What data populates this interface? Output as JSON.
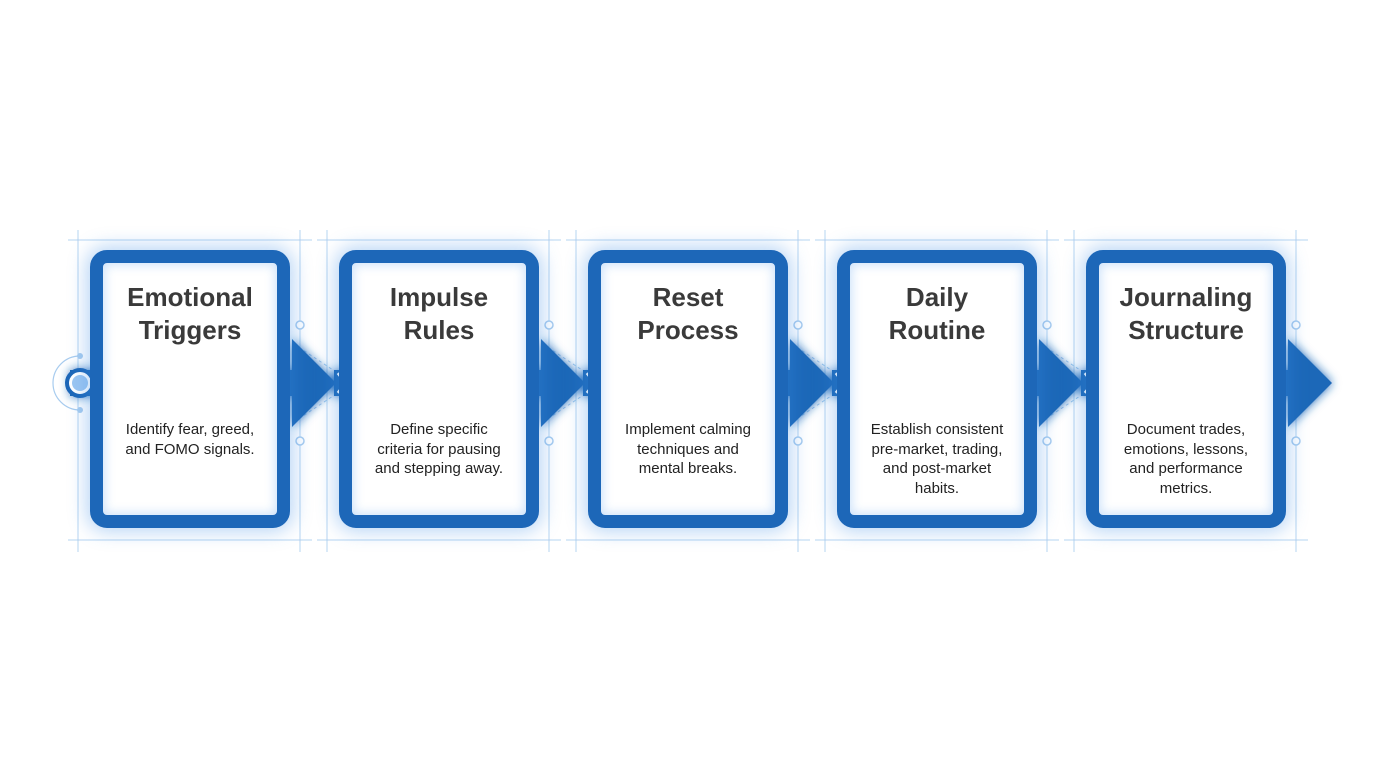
{
  "colors": {
    "primary": "#1d67b8",
    "glow": "#9cc6f2",
    "guide": "#a8ccef",
    "title_text": "#3a3a3a",
    "body_text": "#222222"
  },
  "stages": [
    {
      "title": "Emotional\nTriggers",
      "description": "Identify fear, greed,\nand FOMO signals."
    },
    {
      "title": "Impulse\nRules",
      "description": "Define specific\ncriteria for pausing\nand stepping away."
    },
    {
      "title": "Reset\nProcess",
      "description": "Implement calming\ntechniques and\nmental breaks."
    },
    {
      "title": "Daily\nRoutine",
      "description": "Establish consistent\npre-market, trading,\nand post-market\nhabits."
    },
    {
      "title": "Journaling\nStructure",
      "description": "Document trades,\nemotions, lessons,\nand performance\nmetrics."
    }
  ]
}
